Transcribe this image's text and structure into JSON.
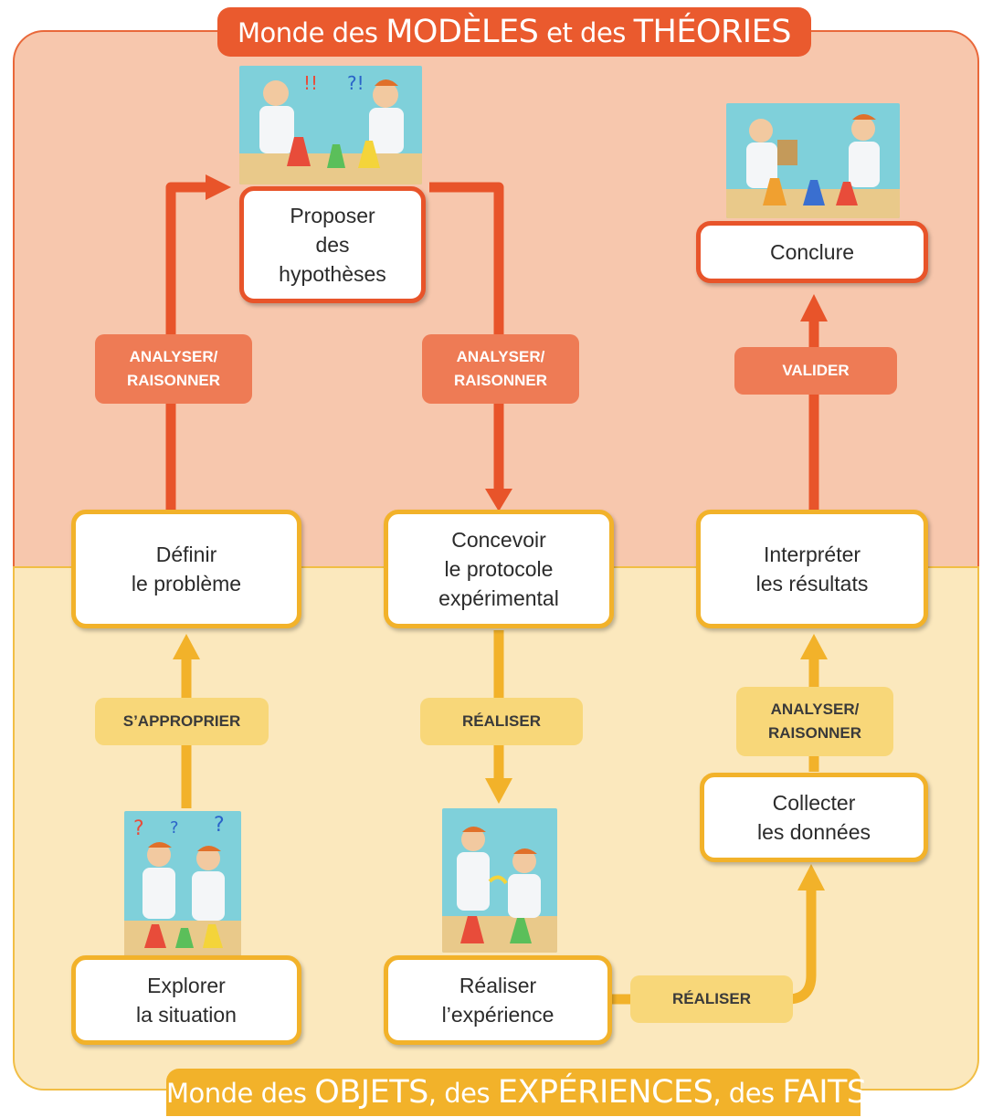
{
  "banners": {
    "top": {
      "pre": "Monde des ",
      "big1": "MODÈLES",
      "mid": " et des ",
      "big2": "THÉORIES"
    },
    "bottom": {
      "pre": "Monde des ",
      "big1": "OBJETS",
      "mid1": ", des ",
      "big2": "EXPÉRIENCES",
      "mid2": ", des ",
      "big3": "FAITS"
    }
  },
  "steps": {
    "proposer": "Proposer\ndes\nhypothèses",
    "conclure": "Conclure",
    "definir": "Définir\nle problème",
    "concevoir": "Concevoir\nle protocole\nexpérimental",
    "interpreter": "Interpréter\nles résultats",
    "collecter": "Collecter\nles données",
    "explorer": "Explorer\nla situation",
    "realiser_exp": "Réaliser\nl’expérience"
  },
  "actions": {
    "analyser_left": "ANALYSER/\nRAISONNER",
    "analyser_mid": "ANALYSER/\nRAISONNER",
    "valider": "VALIDER",
    "sapproprier": "S’APPROPRIER",
    "realiser_mid": "RÉALISER",
    "analyser_right": "ANALYSER/\nRAISONNER",
    "realiser_bottom": "RÉALISER"
  },
  "colors": {
    "theory_bg": "#f7c7ad",
    "theory_accent": "#e8542a",
    "facts_bg": "#fbe8bd",
    "facts_accent": "#f2b22a"
  }
}
